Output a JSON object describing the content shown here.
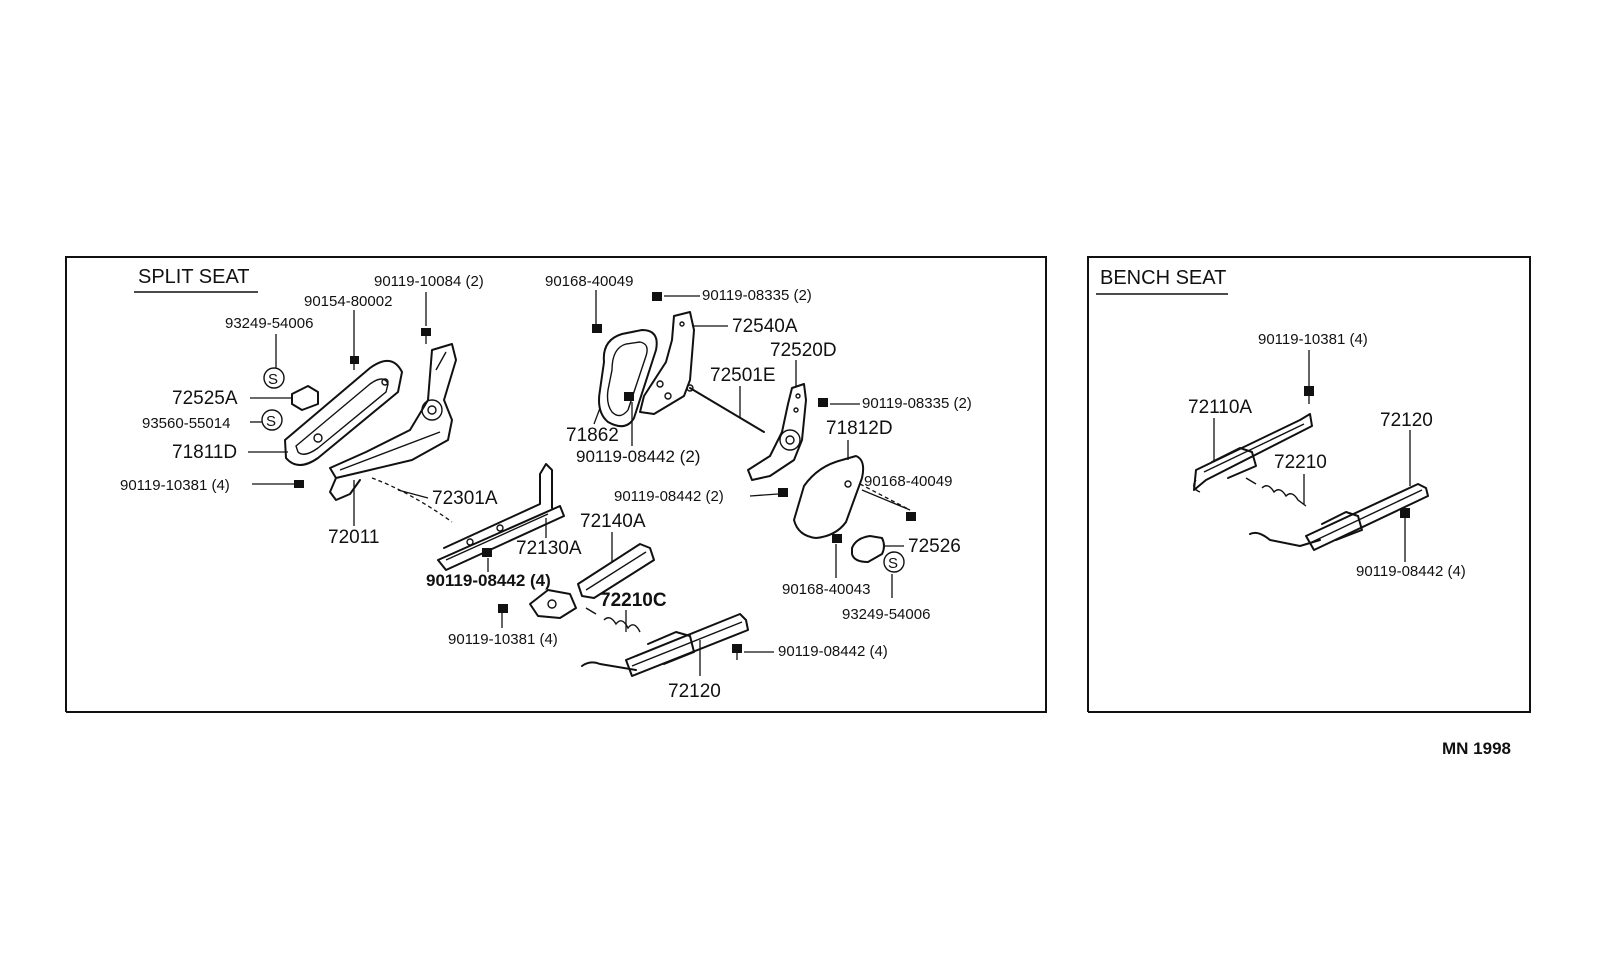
{
  "split_seat": {
    "title": "SPLIT SEAT",
    "labels": {
      "p1": "90119-10084 (2)",
      "p2": "90154-80002",
      "p3": "93249-54006",
      "p4": "72525A",
      "p5": "93560-55014",
      "p6": "71811D",
      "p7": "90119-10381 (4)",
      "p8": "72011",
      "p9": "72301A",
      "p10": "72130A",
      "p11": "90119-08442 (4)",
      "p12": "90168-40049",
      "p13": "90119-08335 (2)",
      "p14": "72540A",
      "p15": "72520D",
      "p16": "72501E",
      "p17": "90119-08335 (2)",
      "p18": "71862",
      "p19": "90119-08442 (2)",
      "p20": "71812D",
      "p21": "90119-08442 (2)",
      "p22": "90168-40049",
      "p23": "72140A",
      "p24": "72526",
      "p25": "90168-40043",
      "p26": "93249-54006",
      "p27": "72210C",
      "p28": "90119-10381 (4)",
      "p29": "90119-08442 (4)",
      "p30": "72120"
    },
    "symbol_s": "S"
  },
  "bench_seat": {
    "title": "BENCH SEAT",
    "labels": {
      "b1": "90119-10381 (4)",
      "b2": "72110A",
      "b3": "72120",
      "b4": "72210",
      "b5": "90119-08442 (4)"
    }
  },
  "footer": {
    "code": "MN 1998"
  }
}
